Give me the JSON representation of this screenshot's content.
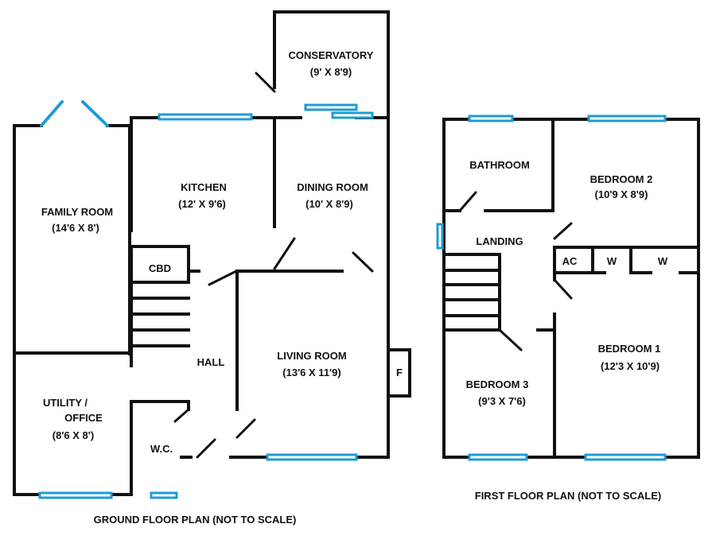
{
  "ground_floor": {
    "caption": "GROUND FLOOR PLAN (NOT TO SCALE)",
    "rooms": {
      "conservatory": {
        "name": "CONSERVATORY",
        "size": "(9' X 8'9)"
      },
      "kitchen": {
        "name": "KITCHEN",
        "size": "(12' X 9'6)"
      },
      "dining_room": {
        "name": "DINING ROOM",
        "size": "(10' X 8'9)"
      },
      "family_room": {
        "name": "FAMILY ROOM",
        "size": "(14'6 X 8')"
      },
      "cbd": {
        "name": "CBD"
      },
      "hall": {
        "name": "HALL"
      },
      "living_room": {
        "name": "LIVING ROOM",
        "size": "(13'6 X 11'9)"
      },
      "fireplace": {
        "name": "F"
      },
      "utility": {
        "name_line1": "UTILITY /",
        "name_line2": "OFFICE",
        "size": "(8'6 X 8')"
      },
      "wc": {
        "name": "W.C."
      }
    }
  },
  "first_floor": {
    "caption": "FIRST FLOOR PLAN (NOT TO SCALE)",
    "rooms": {
      "bathroom": {
        "name": "BATHROOM"
      },
      "bedroom2": {
        "name": "BEDROOM 2",
        "size": "(10'9 X 8'9)"
      },
      "landing": {
        "name": "LANDING"
      },
      "ac": {
        "name": "AC"
      },
      "wardrobe1": {
        "name": "W"
      },
      "wardrobe2": {
        "name": "W"
      },
      "bedroom1": {
        "name": "BEDROOM 1",
        "size": "(12'3 X 10'9)"
      },
      "bedroom3": {
        "name": "BEDROOM 3",
        "size": "(9'3 X 7'6)"
      }
    }
  },
  "colors": {
    "wall": "#111111",
    "window": "#1f9bd6",
    "background": "#ffffff"
  }
}
